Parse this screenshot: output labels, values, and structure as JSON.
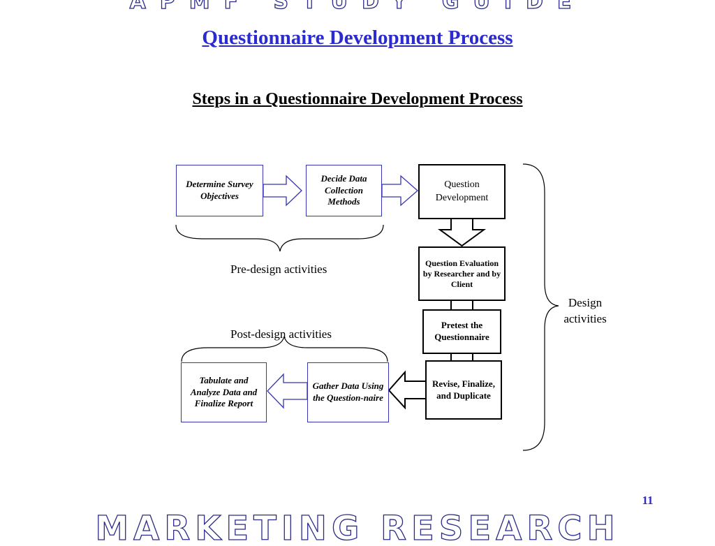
{
  "banners": {
    "top": "APMF STUDY GUIDE",
    "bottom": "MARKETING RESEARCH"
  },
  "page_title": "Questionnaire Development Process",
  "subtitle": "Steps in a Questionnaire Development Process",
  "steps": {
    "determine_objectives": "Determine Survey Objectives",
    "decide_methods": "Decide Data Collection Methods",
    "question_development": "Question Development",
    "question_evaluation": "Question Evaluation by Researcher and by Client",
    "pretest": "Pretest the Questionnaire",
    "revise": "Revise, Finalize, and Duplicate",
    "gather_data": "Gather Data Using the Question-naire",
    "tabulate": "Tabulate and Analyze Data and Finalize Report"
  },
  "groups": {
    "pre_design": "Pre-design activities",
    "post_design": "Post-design activities",
    "design_line1": "Design",
    "design_line2": "activities"
  },
  "page_number": "11",
  "colors": {
    "banner_outline": "#2a2a8a",
    "title": "#2b2bd0",
    "blue_border": "#3535b5",
    "black_border": "#000000"
  }
}
